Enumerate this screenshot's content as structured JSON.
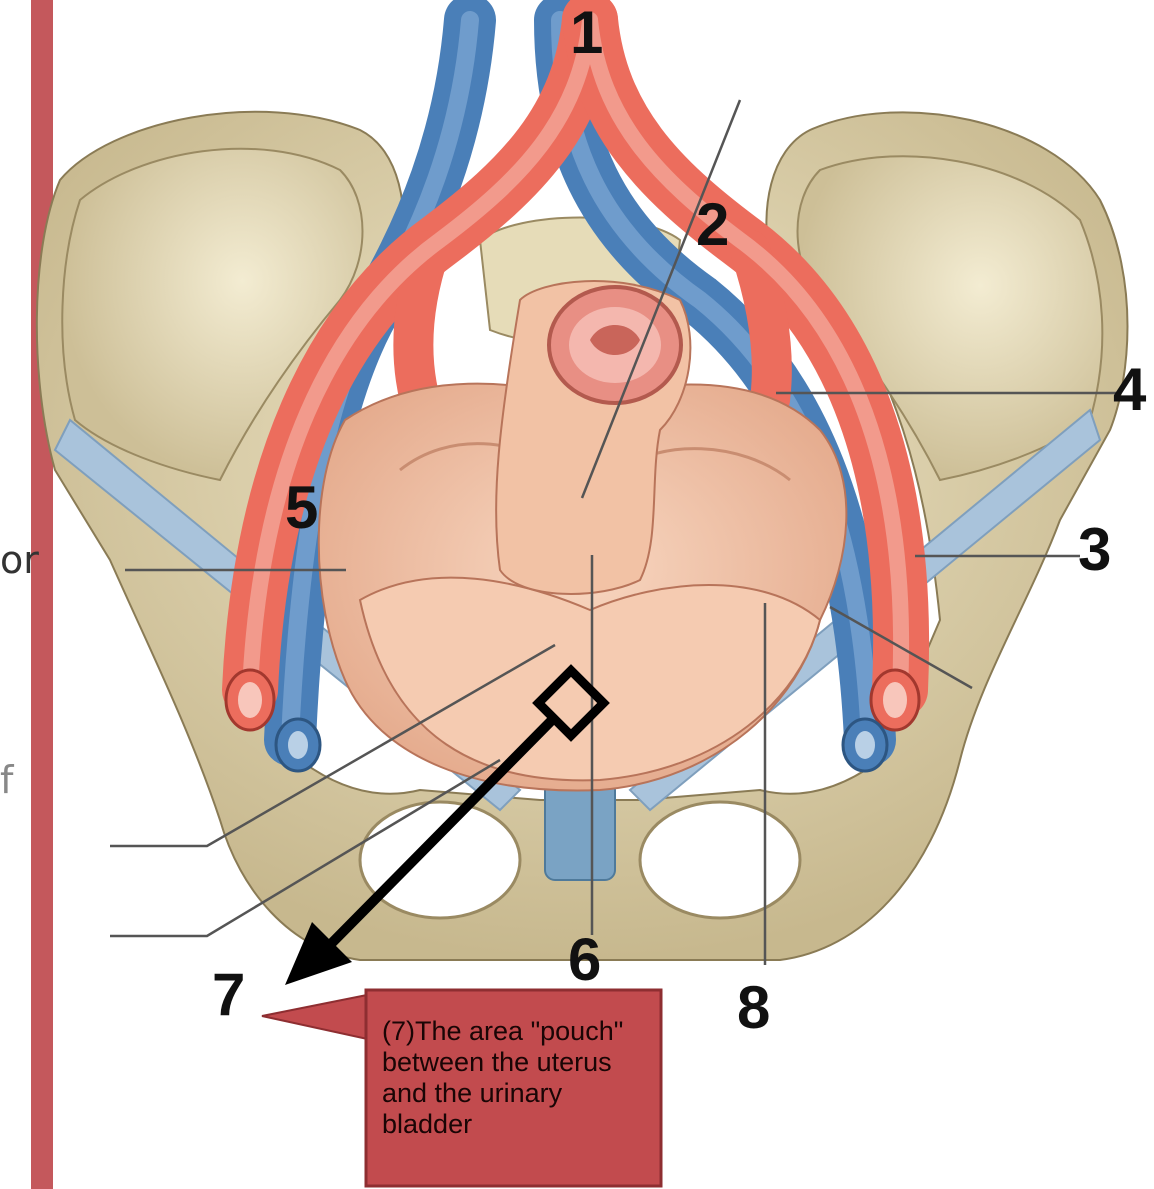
{
  "labels": {
    "n1": "1",
    "n2": "2",
    "n3": "3",
    "n4": "4",
    "n5": "5",
    "n6": "6",
    "n7": "7",
    "n8": "8"
  },
  "edge_fragments": {
    "left_top": "or",
    "left_bottom": "f"
  },
  "callout": {
    "text": "(7)The area \"pouch\" between the uterus and the urinary bladder",
    "fill_color": "#c24b4e",
    "border_color": "#8e2e31"
  },
  "colors": {
    "artery": "#ec6d5d",
    "vein": "#4a7fb8",
    "bone": "#d8cca6",
    "peritoneum": "#f2c2a5",
    "ligament": "#a9c3db",
    "edge_bar": "#c4585c"
  }
}
